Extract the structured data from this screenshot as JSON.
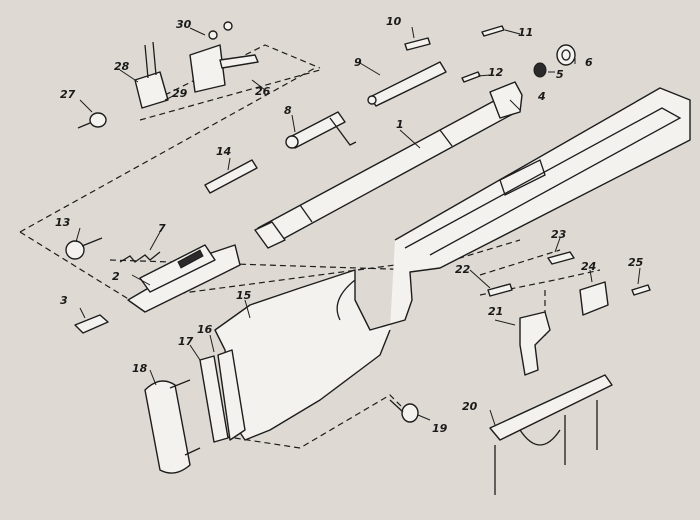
{
  "diagram": {
    "callouts": [
      "1",
      "2",
      "3",
      "4",
      "5",
      "6",
      "7",
      "8",
      "9",
      "10",
      "11",
      "12",
      "13",
      "14",
      "15",
      "16",
      "17",
      "18",
      "19",
      "20",
      "21",
      "22",
      "23",
      "24",
      "25",
      "26",
      "27",
      "28",
      "29",
      "30"
    ],
    "colors": {
      "paper": "#dedad3",
      "ink": "#1d1d1d",
      "part_fill": "#f4f2ee"
    }
  }
}
